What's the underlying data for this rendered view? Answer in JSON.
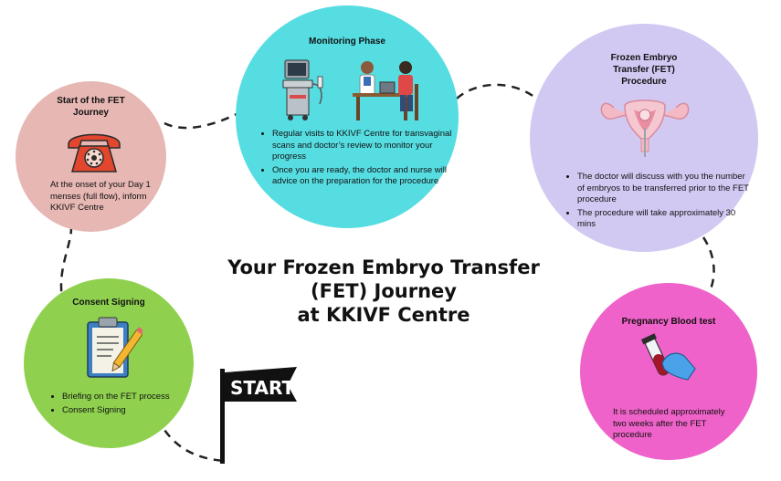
{
  "title": {
    "line1": "Your Frozen Embryo Transfer",
    "line2": "(FET) Journey",
    "line3": "at KKIVF Centre"
  },
  "start": {
    "title_line1": "Start of the FET",
    "title_line2": "Journey",
    "text_line1": "At the onset of your Day 1",
    "text_line2": "menses (full flow), inform",
    "text_line3": "KKIVF Centre"
  },
  "monitoring": {
    "title": "Monitoring Phase",
    "items": [
      "Regular visits to KKIVF Centre for transvaginal scans and doctor’s review to monitor your progress",
      "Once you are ready, the doctor and nurse will advice on the preparation for the procedure"
    ]
  },
  "fet": {
    "title_line1": "Frozen Embryo",
    "title_line2": "Transfer (FET)",
    "title_line3": "Procedure",
    "items": [
      "The doctor will discuss with you the number of embryos to be transferred prior to the FET procedure",
      "The procedure will take approximately 30 mins"
    ]
  },
  "consent": {
    "title": "Consent Signing",
    "items": [
      "Briefing on the FET process",
      "Consent Signing"
    ]
  },
  "blood": {
    "title": "Pregnancy Blood test",
    "text_line1": "It is scheduled approximately",
    "text_line2": "two weeks after the FET",
    "text_line3": "procedure"
  },
  "flag": {
    "label": "START"
  },
  "colors": {
    "start": "#e6b7b3",
    "monitoring": "#56dde2",
    "fet": "#d2c9f3",
    "consent": "#8fd14e",
    "blood": "#ef62c9",
    "connector": "#222222"
  },
  "icons": [
    "telephone-icon",
    "ultrasound-machine-icon",
    "doctor-consultation-icon",
    "uterus-icon",
    "clipboard-pencil-icon",
    "blood-test-tube-icon",
    "start-flag-icon"
  ]
}
